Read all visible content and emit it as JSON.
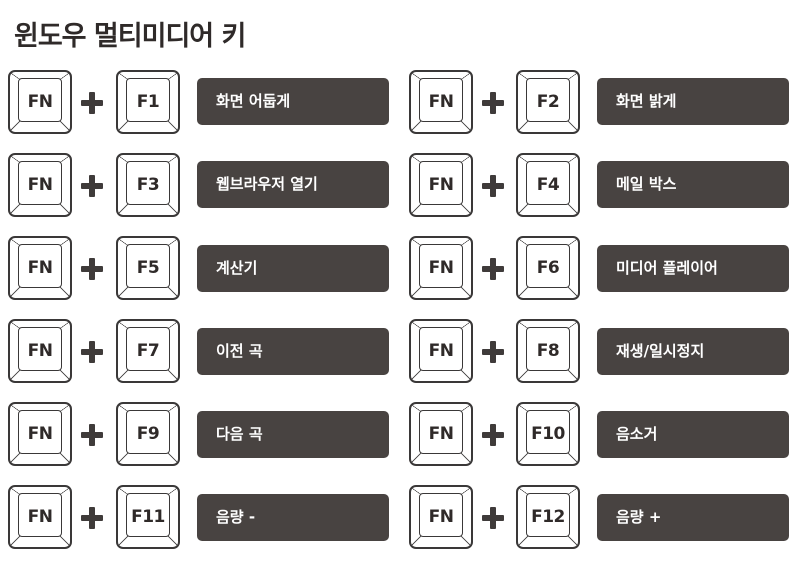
{
  "title": "윈도우 멀티미디어 키",
  "rows": [
    {
      "left": {
        "mod": "FN",
        "key": "F1",
        "action": "화면 어둡게"
      },
      "right": {
        "mod": "FN",
        "key": "F2",
        "action": "화면 밝게"
      }
    },
    {
      "left": {
        "mod": "FN",
        "key": "F3",
        "action": "웹브라우저 열기"
      },
      "right": {
        "mod": "FN",
        "key": "F4",
        "action": "메일 박스"
      }
    },
    {
      "left": {
        "mod": "FN",
        "key": "F5",
        "action": "계산기"
      },
      "right": {
        "mod": "FN",
        "key": "F6",
        "action": "미디어 플레이어"
      }
    },
    {
      "left": {
        "mod": "FN",
        "key": "F7",
        "action": "이전 곡"
      },
      "right": {
        "mod": "FN",
        "key": "F8",
        "action": "재생/일시정지"
      }
    },
    {
      "left": {
        "mod": "FN",
        "key": "F9",
        "action": "다음 곡"
      },
      "right": {
        "mod": "FN",
        "key": "F10",
        "action": "음소거"
      }
    },
    {
      "left": {
        "mod": "FN",
        "key": "F11",
        "action": "음량 -"
      },
      "right": {
        "mod": "FN",
        "key": "F12",
        "action": "음량 +"
      }
    }
  ]
}
